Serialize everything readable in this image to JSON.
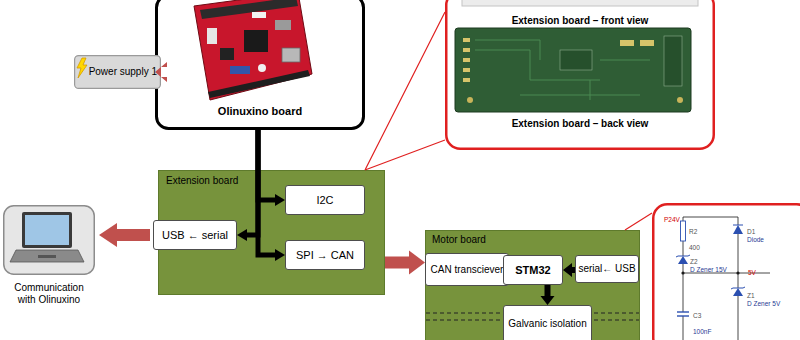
{
  "diagram": {
    "nodes": [
      {
        "text": [
          "Olinuxino board"
        ]
      },
      {
        "text": [
          "Power supply 1"
        ]
      },
      {
        "text": [
          "Extension board – front view",
          "Extension board – back view"
        ]
      },
      {
        "text": [
          "Extension board"
        ]
      },
      {
        "text": [
          "I2C"
        ],
        "in": 3
      },
      {
        "text": [
          "USB ← serial"
        ],
        "in": 3
      },
      {
        "text": [
          "SPI → CAN"
        ],
        "in": 3
      },
      {
        "text": [
          "Communication with Olinuxino"
        ]
      },
      {
        "text": [
          "Motor board"
        ]
      },
      {
        "text": [
          "CAN transciever"
        ],
        "in": 8
      },
      {
        "text": [
          "STM32"
        ],
        "in": 8
      },
      {
        "text": [
          "serial← USB"
        ],
        "in": 8
      },
      {
        "text": [
          "Galvanic isolation"
        ],
        "in": 8
      },
      {
        "text": [
          "P24V",
          "R2",
          "400",
          "D1",
          "Diode",
          "Z2",
          "D Zener 15V",
          "5V",
          "Z1",
          "D Zener 5V",
          "C3",
          "100nF"
        ]
      }
    ],
    "edges": [
      {
        "from": 1,
        "to": 0,
        "arrow": "to"
      },
      {
        "from": 0,
        "to": 4,
        "arrow": "to"
      },
      {
        "from": 0,
        "to": 5,
        "arrow": "to"
      },
      {
        "from": 0,
        "to": 6,
        "arrow": "to"
      },
      {
        "from": 5,
        "to": 7,
        "arrow": "to"
      },
      {
        "from": 3,
        "to": 8,
        "arrow": "to"
      },
      {
        "from": 9,
        "to": 10,
        "arrow": "to"
      },
      {
        "from": 11,
        "to": 10,
        "arrow": "to"
      },
      {
        "from": 10,
        "to": 12,
        "arrow": "to"
      },
      {
        "from": 3,
        "to": 2,
        "arrow": "none"
      },
      {
        "from": 8,
        "to": 13,
        "arrow": "none"
      }
    ]
  }
}
